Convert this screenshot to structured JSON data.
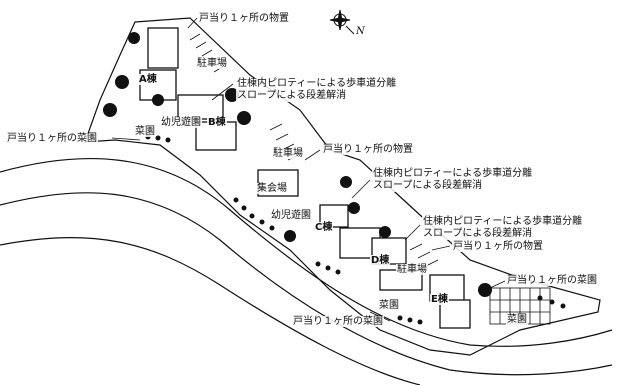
{
  "map": {
    "north_label": "N",
    "buildings": {
      "a": "A棟",
      "b": "B棟",
      "c": "C棟",
      "d": "D棟",
      "e": "E棟"
    },
    "facilities": {
      "parking_1": "駐車場",
      "parking_2": "駐車場",
      "parking_3": "駐車場",
      "meeting_hall": "集会場",
      "playground_1": "幼児遊園",
      "playground_2": "幼児遊園",
      "garden_1": "菜園",
      "garden_2": "菜園",
      "garden_3": "菜園"
    },
    "callouts": {
      "storage_1": "戸当り１ヶ所の物置",
      "storage_2": "戸当り１ヶ所の物置",
      "storage_3": "戸当り１ヶ所の物置",
      "garden_per_unit_1": "戸当り１ヶ所の菜園",
      "garden_per_unit_2": "戸当り１ヶ所の菜園",
      "garden_per_unit_3": "戸当り１ヶ所の菜園",
      "piloti_1_line1": "住棟内ピロティーによる歩車道分離",
      "piloti_1_line2": "スロープによる段差解消",
      "piloti_2_line1": "住棟内ピロティーによる歩車道分離",
      "piloti_2_line2": "スロープによる段差解消",
      "piloti_3_line1": "住棟内ピロティーによる歩車道分離",
      "piloti_3_line2": "スロープによる段差解消"
    },
    "colors": {
      "ink": "#111111",
      "paper": "#ffffff"
    }
  }
}
